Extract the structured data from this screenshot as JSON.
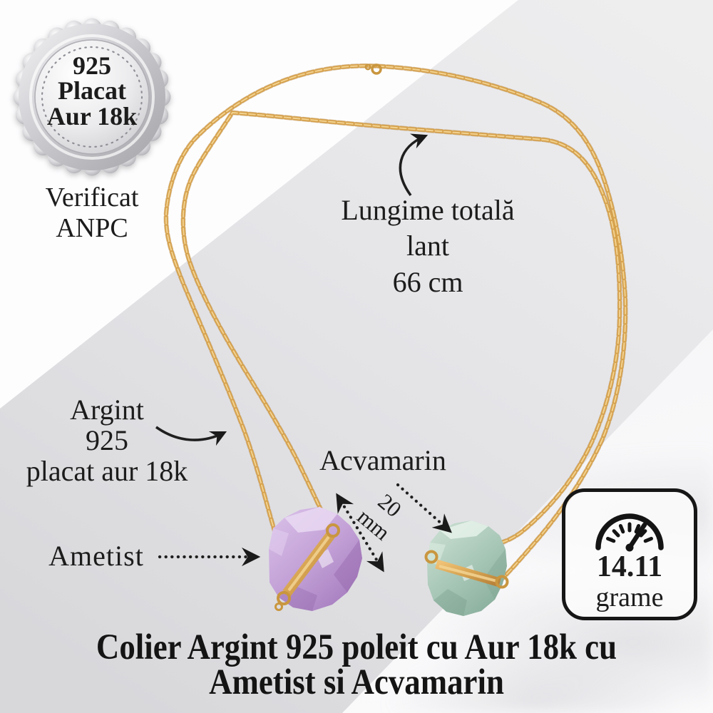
{
  "certification_badge": {
    "line1": "925",
    "line2": "Placat",
    "line3": "Aur 18k",
    "footer_line1": "Verificat",
    "footer_line2": "ANPC"
  },
  "annotations": {
    "chain_length": {
      "line1": "Lungime totală",
      "line2": "lant",
      "line3": "66 cm"
    },
    "material": {
      "line1": "Argint",
      "line2": "925",
      "line3": "placat aur 18k"
    },
    "stone_right_label": "Acvamarin",
    "stone_left_label": "Ametist",
    "stone_size": {
      "value": "20",
      "unit": "mm"
    }
  },
  "weight_badge": {
    "value": "14.11",
    "unit": "grame"
  },
  "title": {
    "line1": "Colier Argint 925 poleit cu Aur 18k cu",
    "line2": "Ametist si Acvamarin"
  },
  "colors": {
    "gold_chain": "#CE9A45",
    "amethyst": "#C2A0D6",
    "aquamarine": "#A9C8B8",
    "gray_band": "#E2E2E5",
    "text": "#1C1C1C",
    "silver_badge": "#C9C9CD"
  }
}
